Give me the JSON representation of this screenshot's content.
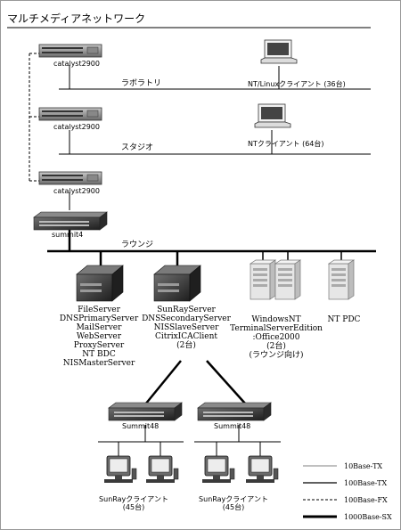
{
  "title": "マルチメディアネットワーク",
  "segments": {
    "lab": "ラボラトリ",
    "studio": "スタジオ",
    "lounge": "ラウンジ"
  },
  "switches": {
    "c1": "catalyst2900",
    "c2": "catalyst2900",
    "c3": "catalyst2900",
    "summit4": "summit4",
    "s48a": "Summit48",
    "s48b": "Summit48"
  },
  "clients": {
    "linux": "NT/Linuxクライアント (36台)",
    "nt": "NTクライアント (64台)"
  },
  "servers": {
    "server1": [
      "FileServer",
      "DNSPrimaryServer",
      "MailServer",
      "WebServer",
      "ProxyServer",
      "NT BDC",
      "NISMasterServer"
    ],
    "server2": [
      "SunRayServer",
      "DNSSecondaryServer",
      "NISSlaveServer",
      "CitrixICAClient",
      "(2台)"
    ],
    "winnt": [
      "WindowsNT",
      "TerminalServerEdition",
      ":Office2000",
      "(2台)",
      "(ラウンジ向け)"
    ],
    "pdc": "NT PDC"
  },
  "sunray": {
    "left": [
      "SunRayクライアント",
      "(45台)"
    ],
    "right": [
      "SunRayクライアント",
      "(45台)"
    ]
  },
  "legend": [
    "10Base-TX",
    "100Base-TX",
    "100Base-FX",
    "1000Base-SX"
  ],
  "colors": {
    "line": "#000000",
    "device_dark": "#3a3a3a",
    "device_light": "#e8e8e8"
  }
}
